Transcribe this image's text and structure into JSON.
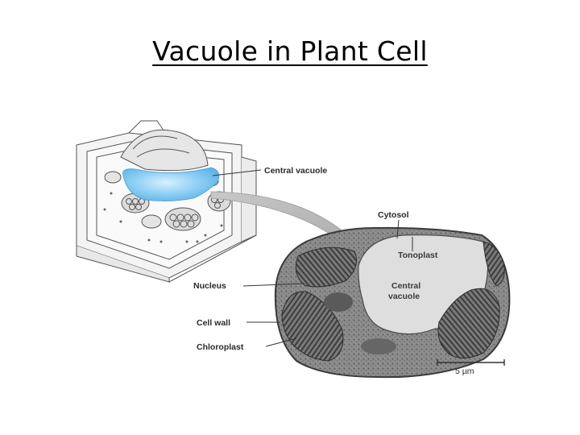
{
  "slide": {
    "title": "Vacuole in Plant Cell"
  },
  "diagram": {
    "labels": {
      "central_vacuole": "Central vacuole",
      "cytosol": "Cytosol",
      "tonoplast": "Tonoplast",
      "central_vacuole_micrograph_line1": "Central",
      "central_vacuole_micrograph_line2": "vacuole",
      "nucleus": "Nucleus",
      "cell_wall": "Cell wall",
      "chloroplast": "Chloroplast",
      "scale_bar": "5 µm"
    },
    "colors": {
      "vacuole_highlight": "#7cc6ef",
      "arrow": "#b4b4b4",
      "micrograph_gray": "#6e6e6e"
    }
  }
}
